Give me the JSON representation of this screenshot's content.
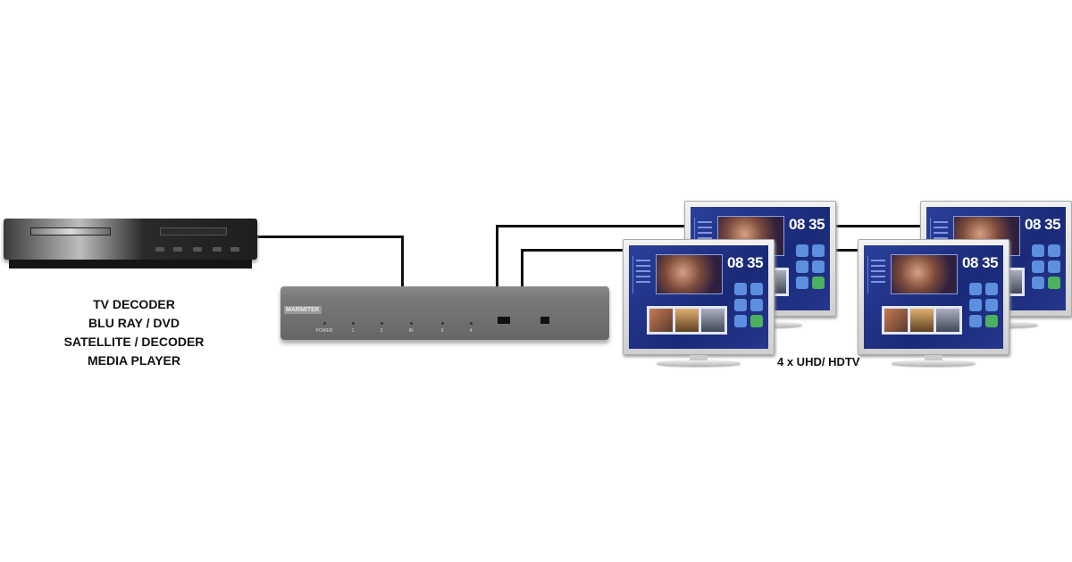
{
  "source": {
    "labels": [
      "TV DECODER",
      "BLU RAY / DVD",
      "SATELLITE / DECODER",
      "MEDIA PLAYER"
    ]
  },
  "splitter": {
    "brand": "MARMITEK",
    "port_labels": [
      "POWER",
      "1",
      "2",
      "IN",
      "3",
      "4"
    ]
  },
  "displays": {
    "label": "4 x UHD/ HDTV",
    "clock": "08 35",
    "count": 4
  }
}
